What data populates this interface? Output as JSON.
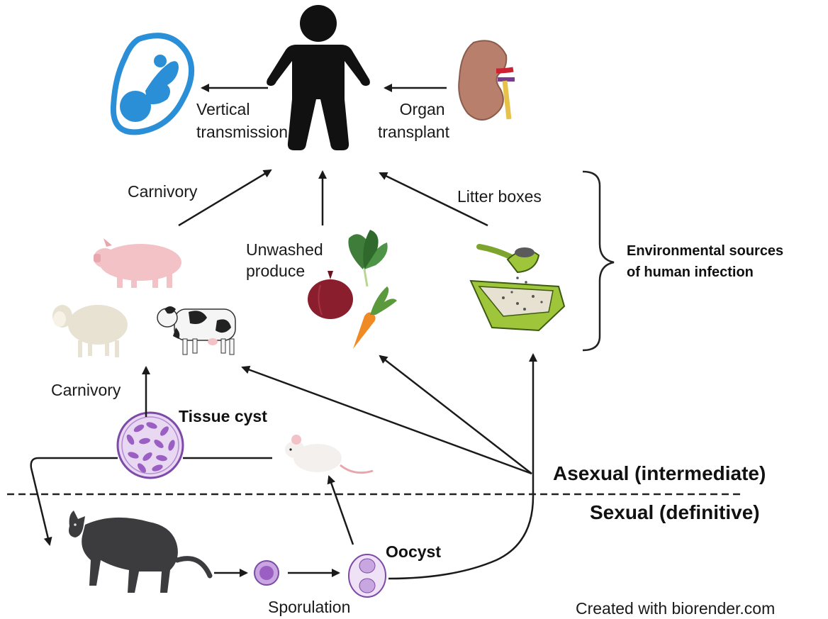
{
  "labels": {
    "vertical": [
      "Vertical",
      "transmission"
    ],
    "organ": [
      "Organ",
      "transplant"
    ],
    "carnivory_top": "Carnivory",
    "litter": "Litter boxes",
    "unwashed": [
      "Unwashed",
      "produce"
    ],
    "environmental": [
      "Environmental sources",
      "of human infection"
    ],
    "carnivory_bottom": "Carnivory",
    "tissue_cyst": "Tissue cyst",
    "asexual": "Asexual (intermediate)",
    "sexual": "Sexual (definitive)",
    "oocyst": "Oocyst",
    "sporulation": "Sporulation",
    "credit": "Created with biorender.com"
  },
  "colors": {
    "fetus_blue": "#2a8fd6",
    "cyst_purple": "#9b5fc4",
    "pig_pink": "#f2c2c6",
    "litter_green": "#9fc63b",
    "cat_gray": "#3c3c3f",
    "kidney": "#b87f6d",
    "onion": "#8a1e2c",
    "carrot": "#f08a24"
  }
}
